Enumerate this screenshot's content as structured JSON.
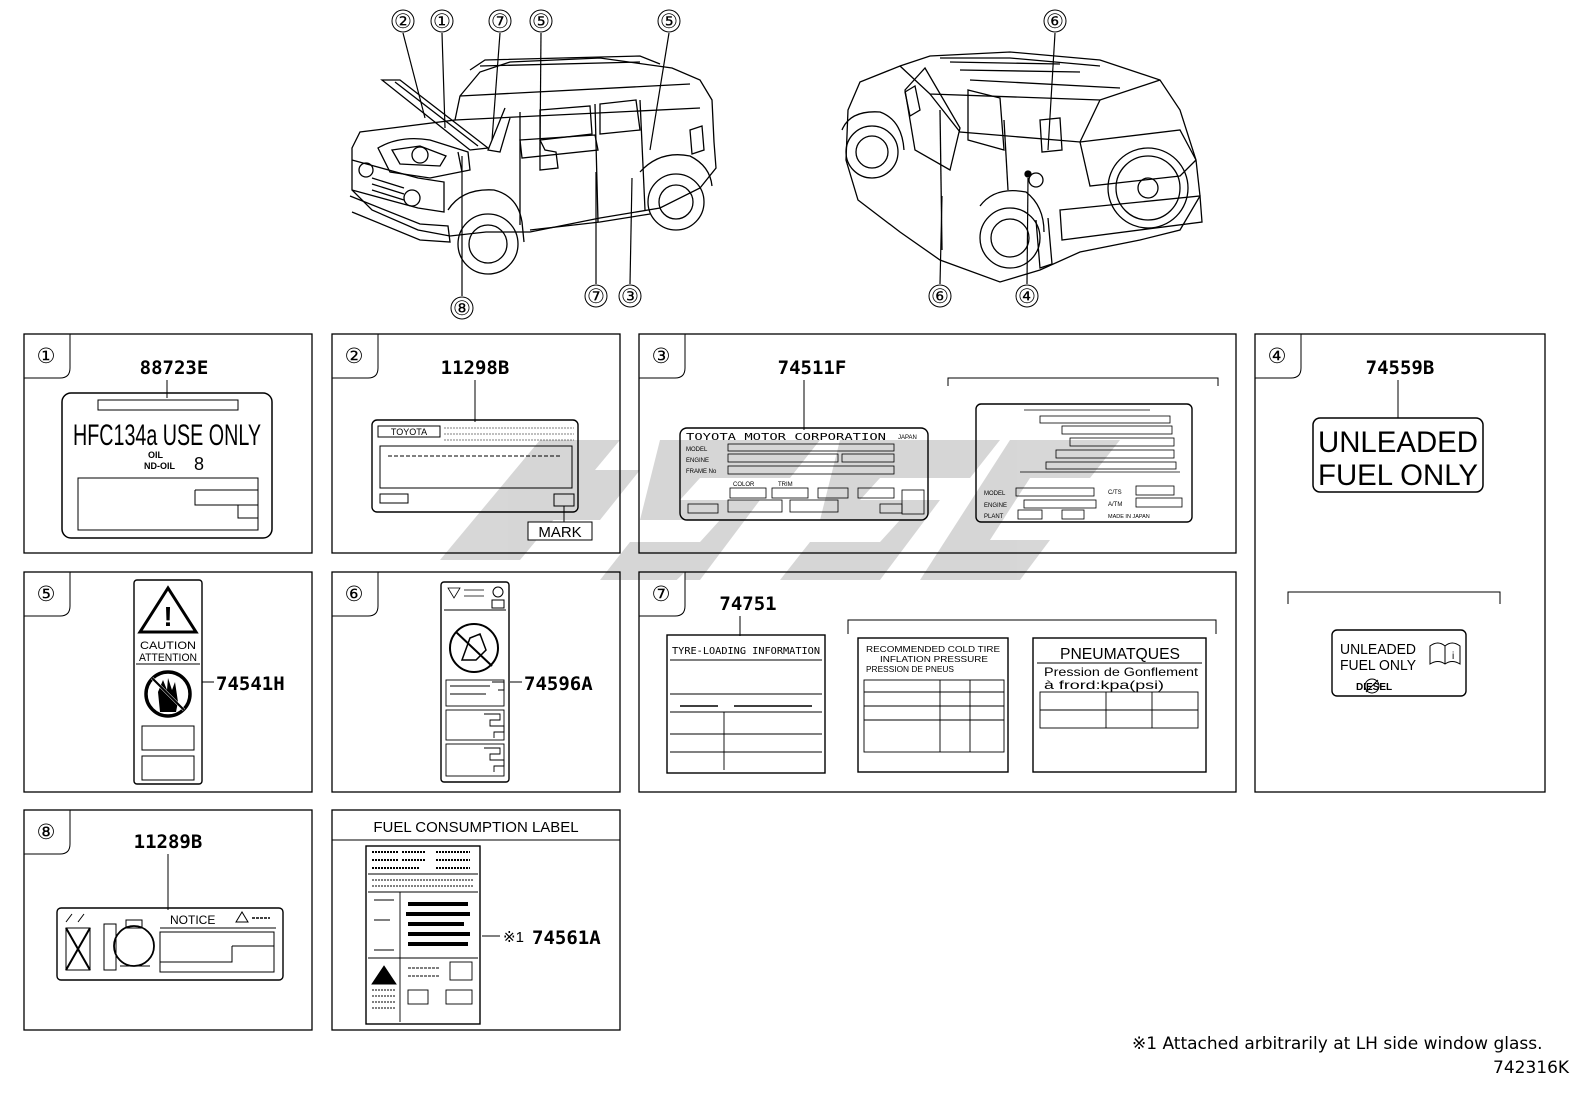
{
  "callouts": {
    "n1": "①",
    "n2": "②",
    "n3": "③",
    "n4": "④",
    "n5": "⑤",
    "n6": "⑥",
    "n7": "⑦",
    "n8": "⑧"
  },
  "panels": {
    "p1": {
      "part": "88723E",
      "hfc": "HFC134a USE ONLY",
      "oil1": "OIL",
      "oil2": "ND-OIL",
      "oilnum": "8"
    },
    "p2": {
      "part": "11298B",
      "brand": "TOYOTA",
      "mark": "MARK"
    },
    "p3": {
      "part": "74511F",
      "corp": "TOYOTA MOTOR CORPORATION",
      "japan": "JAPAN",
      "model": "MODEL",
      "engine": "ENGINE",
      "frame": "FRAME No",
      "color": "COLOR",
      "trim": "TRIM",
      "r_model": "MODEL",
      "r_engine": "ENGINE",
      "r_plant": "PLANT",
      "r_cpts": "C/TS",
      "r_at": "A/TM",
      "r_made": "MADE IN JAPAN"
    },
    "p4": {
      "part": "74559B",
      "big1": "UNLEADED",
      "big2": "FUEL ONLY",
      "small1": "UNLEADED",
      "small2": "FUEL ONLY",
      "diesel": "DIESEL"
    },
    "p5": {
      "part": "74541H",
      "caution": "CAUTION",
      "attention": "ATTENTION"
    },
    "p6": {
      "part": "74596A"
    },
    "p7": {
      "part": "74751",
      "tyre": "TYRE-LOADING INFORMATION",
      "rec1": "RECOMMENDED COLD TIRE",
      "rec2": "INFLATION PRESSURE",
      "rec3": "PRESSION DE PNEUS",
      "pneu": "PNEUMATQUES",
      "pneu2": "Pression de Gonflement",
      "pneu3": "à frord:kpa(psi)"
    },
    "p8": {
      "part": "11289B",
      "notice": "NOTICE"
    },
    "p9": {
      "title": "FUEL CONSUMPTION LABEL",
      "part": "74561A",
      "ref": "※1"
    }
  },
  "footnote": "※1  Attached arbitrarily at LH side window glass.",
  "diagram_code": "742316K",
  "colors": {
    "line": "#000000",
    "watermark": "#d0d0d0"
  }
}
